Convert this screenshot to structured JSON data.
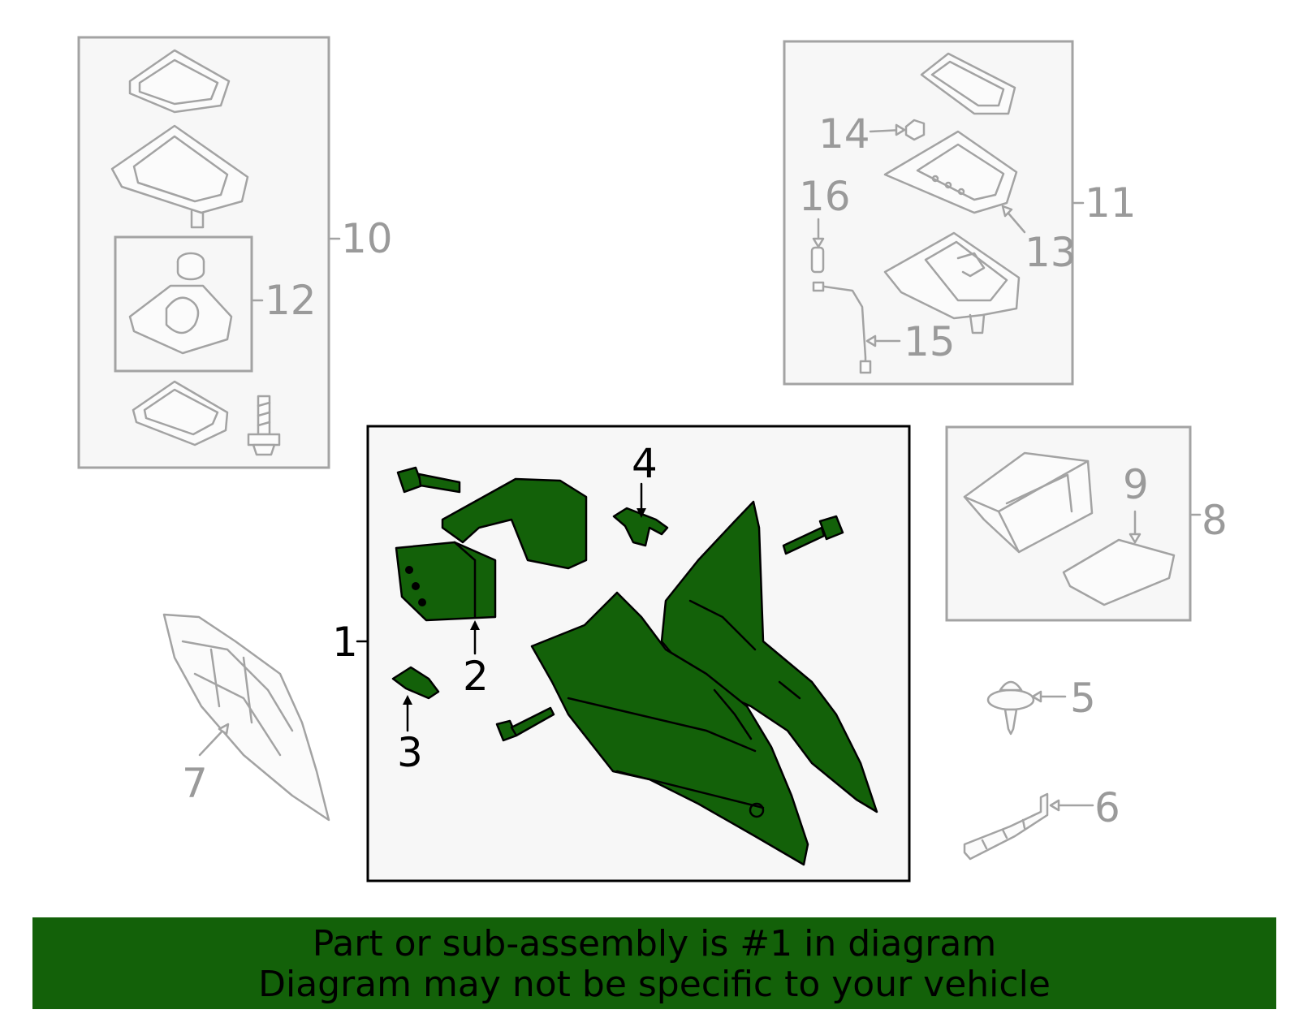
{
  "callouts": {
    "c1": "1",
    "c2": "2",
    "c3": "3",
    "c4": "4",
    "c5": "5",
    "c6": "6",
    "c7": "7",
    "c8": "8",
    "c9": "9",
    "c10": "10",
    "c11": "11",
    "c12": "12",
    "c13": "13",
    "c14": "14",
    "c15": "15",
    "c16": "16"
  },
  "banner": {
    "line1": "Part or sub-assembly is #1 in diagram",
    "line2": "Diagram may not be specific to your vehicle"
  },
  "colors": {
    "highlight": "#136109",
    "banner": "#136109",
    "other_parts": "#a3a3a3"
  }
}
